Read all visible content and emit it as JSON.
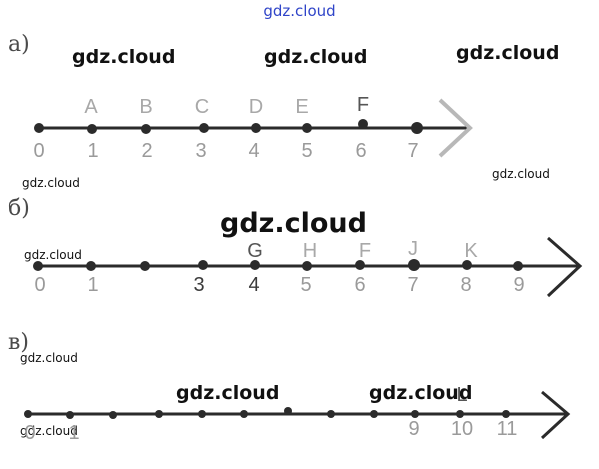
{
  "header_watermark": "gdz.cloud",
  "watermarks": {
    "a_left": "gdz.cloud",
    "a_mid": "gdz.cloud",
    "a_right": "gdz.cloud",
    "a_small_left": "gdz.cloud",
    "a_small_right": "gdz.cloud",
    "b_big": "gdz.cloud",
    "b_small": "gdz.cloud",
    "v_small_top": "gdz.cloud",
    "v_mid_left": "gdz.cloud",
    "v_mid_right": "gdz.cloud",
    "v_small_bottom": "gdz.cloud"
  },
  "parts": [
    {
      "label": "а)",
      "points": [
        {
          "letter": "",
          "number": "0"
        },
        {
          "letter": "A",
          "number": "1"
        },
        {
          "letter": "B",
          "number": "2"
        },
        {
          "letter": "C",
          "number": "3"
        },
        {
          "letter": "D",
          "number": "4"
        },
        {
          "letter": "E",
          "number": "5"
        },
        {
          "letter": "F",
          "number": "6"
        },
        {
          "letter": "",
          "number": "7"
        }
      ]
    },
    {
      "label": "б)",
      "points": [
        {
          "letter": "",
          "number": "0"
        },
        {
          "letter": "",
          "number": "1"
        },
        {
          "letter": "",
          "number": ""
        },
        {
          "letter": "",
          "number": "3"
        },
        {
          "letter": "G",
          "number": "4"
        },
        {
          "letter": "H",
          "number": "5"
        },
        {
          "letter": "F",
          "number": "6"
        },
        {
          "letter": "J",
          "number": "7"
        },
        {
          "letter": "K",
          "number": "8"
        },
        {
          "letter": "",
          "number": "9"
        }
      ]
    },
    {
      "label": "в)",
      "points": [
        {
          "letter": "",
          "number": "0"
        },
        {
          "letter": "",
          "number": "1"
        },
        {
          "letter": "",
          "number": ""
        },
        {
          "letter": "",
          "number": ""
        },
        {
          "letter": "",
          "number": ""
        },
        {
          "letter": "",
          "number": ""
        },
        {
          "letter": "",
          "number": ""
        },
        {
          "letter": "",
          "number": ""
        },
        {
          "letter": "",
          "number": ""
        },
        {
          "letter": "",
          "number": "9"
        },
        {
          "letter": "L",
          "number": "10"
        },
        {
          "letter": "",
          "number": "11"
        }
      ]
    }
  ]
}
